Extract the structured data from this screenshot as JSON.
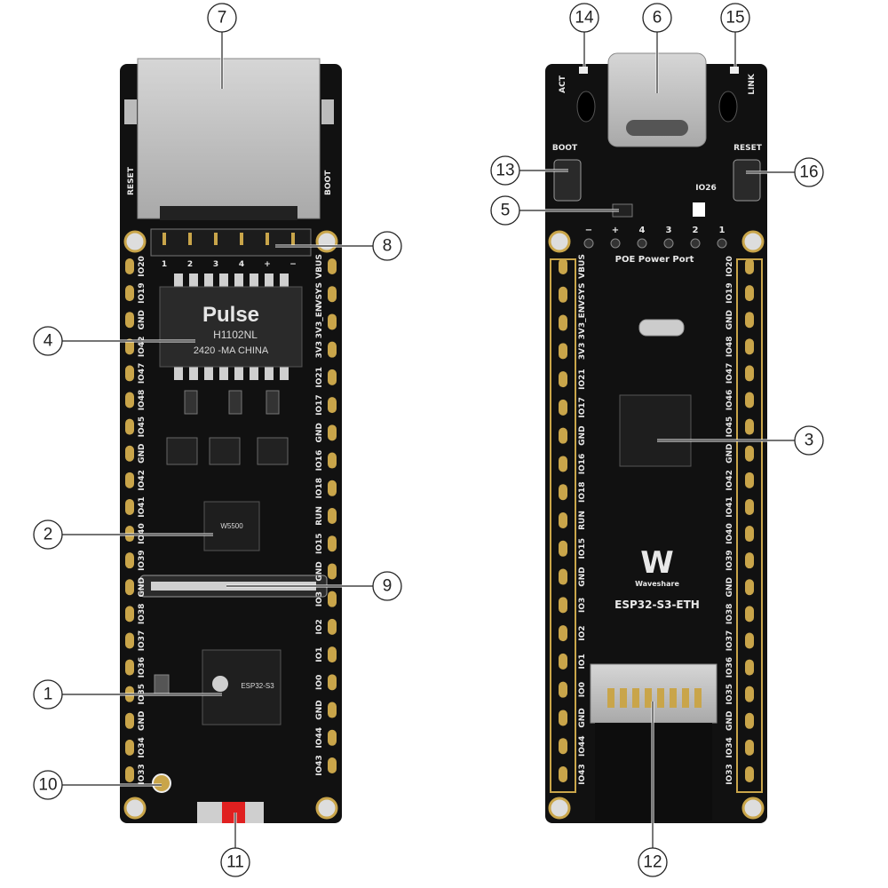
{
  "callouts": [
    {
      "n": "1"
    },
    {
      "n": "2"
    },
    {
      "n": "3"
    },
    {
      "n": "4"
    },
    {
      "n": "5"
    },
    {
      "n": "6"
    },
    {
      "n": "7"
    },
    {
      "n": "8"
    },
    {
      "n": "9"
    },
    {
      "n": "10"
    },
    {
      "n": "11"
    },
    {
      "n": "12"
    },
    {
      "n": "13"
    },
    {
      "n": "14"
    },
    {
      "n": "15"
    },
    {
      "n": "16"
    }
  ],
  "front": {
    "reset": "RESET",
    "boot": "BOOT",
    "connector_pins": [
      "1",
      "2",
      "3",
      "4",
      "+",
      "−"
    ],
    "left_pins": [
      "IO20",
      "IO19",
      "GND",
      "IO42",
      "IO47",
      "IO48",
      "IO45",
      "GND",
      "IO42",
      "IO41",
      "IO40",
      "IO39",
      "GND",
      "IO38",
      "IO37",
      "IO36",
      "IO35",
      "GND",
      "IO34",
      "IO33"
    ],
    "right_pins": [
      "VBUS",
      "VSYS",
      "3V3_EN",
      "3V3",
      "IO21",
      "IO17",
      "GND",
      "IO16",
      "IO18",
      "RUN",
      "IO15",
      "GND",
      "IO3",
      "IO2",
      "IO1",
      "IO0",
      "GND",
      "IO44",
      "IO43"
    ],
    "magjack_brand": "Pulse",
    "magjack_part": "H1102NL",
    "magjack_code": "2420 -MA CHINA",
    "eth_chip_text": "W5500",
    "esp_text": "ESP32-S3"
  },
  "back": {
    "act": "ACT",
    "link": "LINK",
    "boot": "BOOT",
    "reset": "RESET",
    "io26": "IO26",
    "poe_pins": [
      "−",
      "+",
      "4",
      "3",
      "2",
      "1"
    ],
    "poe_title": "POE Power Port",
    "left_pins": [
      "VBUS",
      "VSYS",
      "3V3_EN",
      "3V3",
      "IO21",
      "IO17",
      "GND",
      "IO16",
      "IO18",
      "RUN",
      "IO15",
      "GND",
      "IO3",
      "IO2",
      "IO1",
      "IO0",
      "GND",
      "IO44",
      "IO43"
    ],
    "right_pins": [
      "IO20",
      "IO19",
      "GND",
      "IO48",
      "IO47",
      "IO46",
      "IO45",
      "GND",
      "IO42",
      "IO41",
      "IO40",
      "IO39",
      "GND",
      "IO38",
      "IO37",
      "IO36",
      "IO35",
      "GND",
      "IO34",
      "IO33"
    ],
    "brand": "Waveshare",
    "model": "ESP32-S3-ETH"
  },
  "colors": {
    "pcb": "#111111",
    "pad": "#c9a54a",
    "metal": "#c4c4c4",
    "red": "#e02020"
  }
}
